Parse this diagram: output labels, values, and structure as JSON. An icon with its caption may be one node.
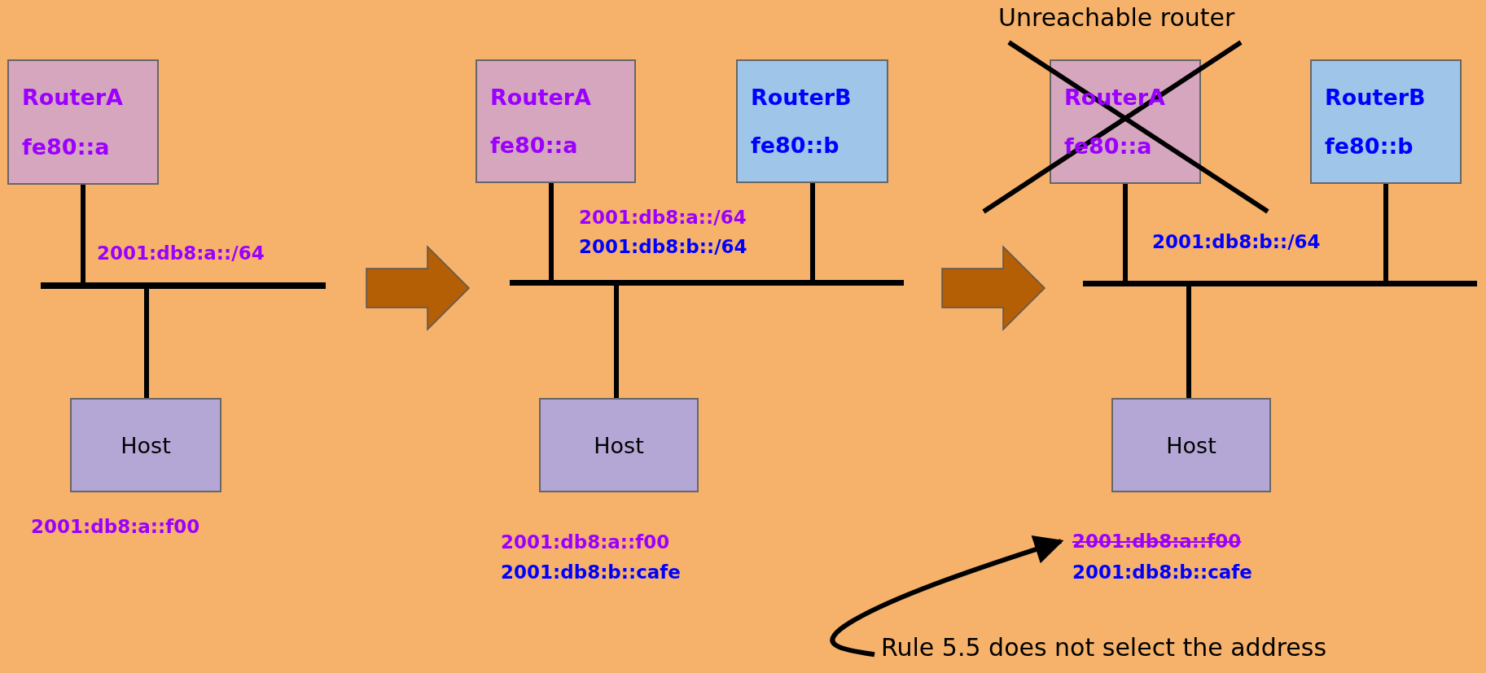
{
  "diagram": {
    "nodes": [
      {
        "text": [
          "RouterA",
          "fe80::a"
        ]
      },
      {
        "text": [],
        "shape": "bar"
      },
      {
        "text": [
          "Host"
        ]
      },
      {
        "text": [
          "RouterA",
          "fe80::a"
        ]
      },
      {
        "text": [
          "RouterB",
          "fe80::b"
        ]
      },
      {
        "text": [],
        "shape": "bar"
      },
      {
        "text": [
          "Host"
        ]
      },
      {
        "text": [
          "RouterA",
          "fe80::a"
        ]
      },
      {
        "text": [
          "RouterB",
          "fe80::b"
        ]
      },
      {
        "text": [],
        "shape": "bar"
      },
      {
        "text": [
          "Host"
        ]
      },
      {
        "text": [
          "2001:db8:a::f00"
        ]
      },
      {
        "text": [
          "Rule 5.5 does not select the address"
        ]
      }
    ],
    "edges": [
      {
        "from": 0,
        "to": 1,
        "arrow": "none"
      },
      {
        "from": 1,
        "to": 2,
        "arrow": "none"
      },
      {
        "from": 3,
        "to": 5,
        "arrow": "none"
      },
      {
        "from": 4,
        "to": 5,
        "arrow": "none"
      },
      {
        "from": 5,
        "to": 6,
        "arrow": "none"
      },
      {
        "from": 7,
        "to": 9,
        "arrow": "none"
      },
      {
        "from": 8,
        "to": 9,
        "arrow": "none"
      },
      {
        "from": 9,
        "to": 10,
        "arrow": "none"
      },
      {
        "from": 12,
        "to": 11,
        "arrow": "to"
      },
      {
        "from": 1,
        "to": 5,
        "arrow": "to",
        "style": "thick",
        "color": "#b45f06"
      },
      {
        "from": 5,
        "to": 9,
        "arrow": "to",
        "style": "thick",
        "color": "#b45f06"
      }
    ],
    "labels": [
      "2001:db8:a::/64",
      "2001:db8:a::f00",
      "2001:db8:a::/64",
      "2001:db8:b::/64",
      "2001:db8:a::f00",
      "2001:db8:b::cafe",
      "Unreachable router",
      "2001:db8:b::/64",
      "2001:db8:b::cafe"
    ]
  }
}
